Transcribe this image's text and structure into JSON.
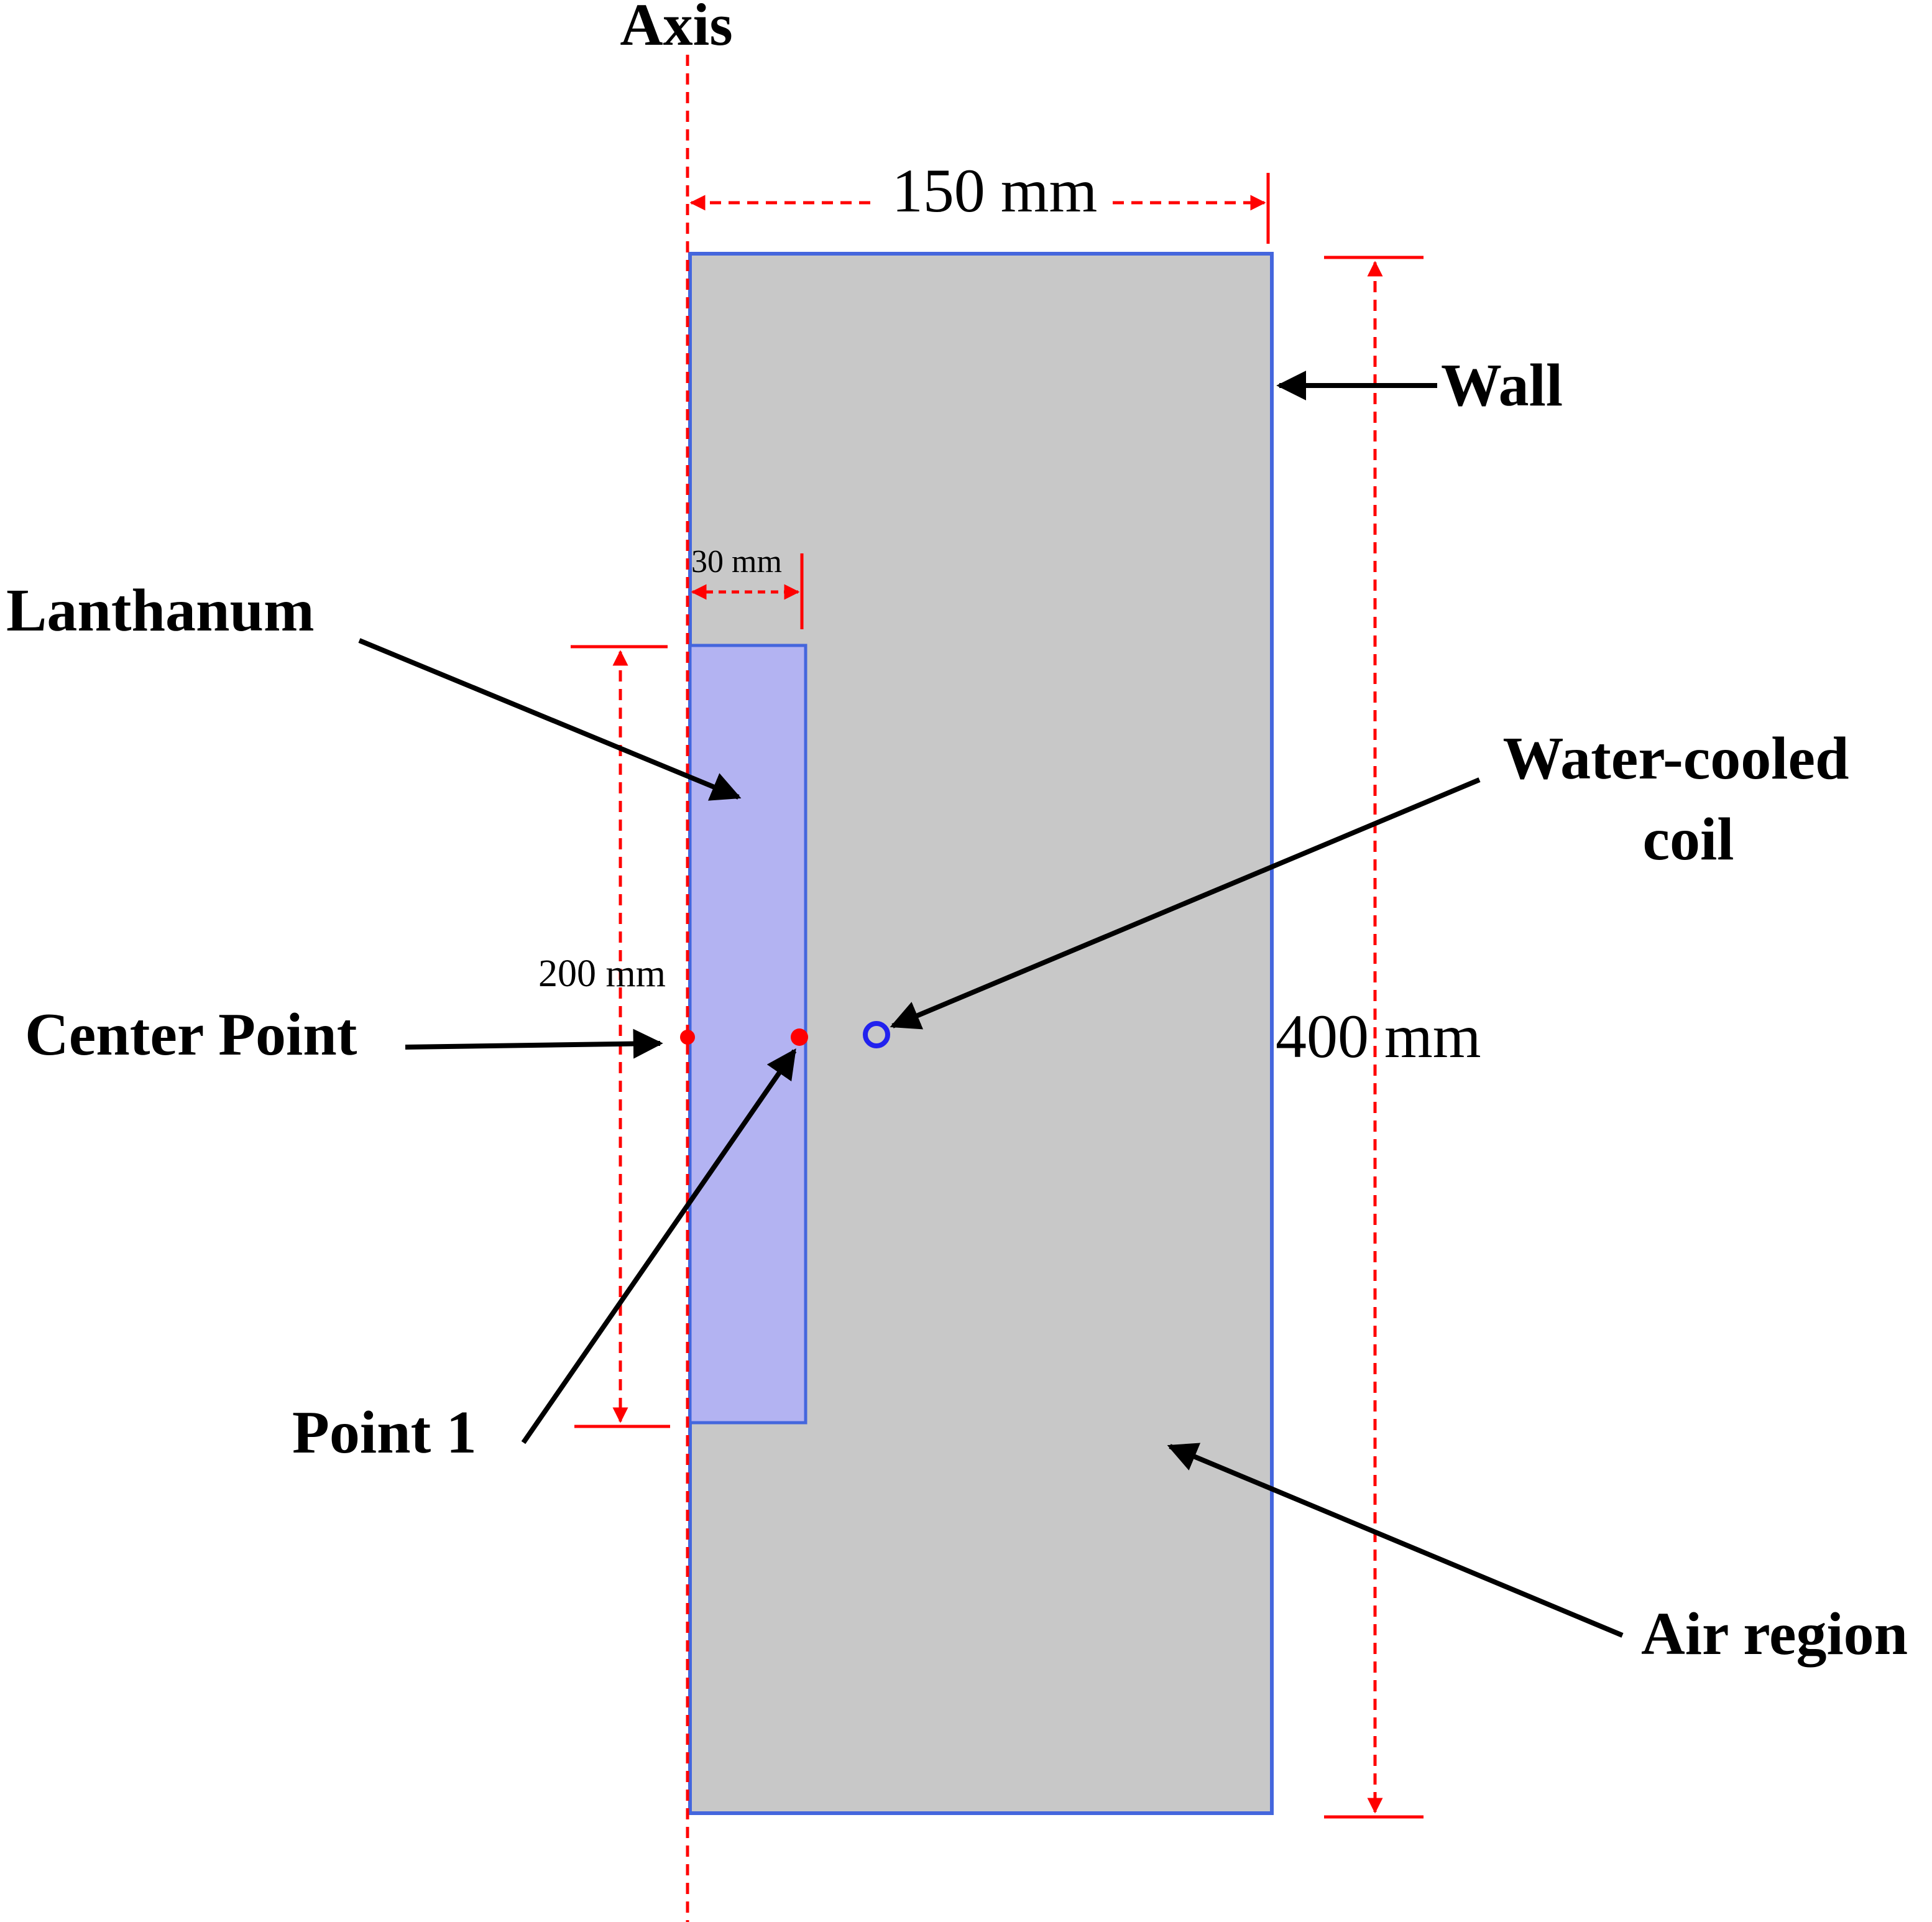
{
  "labels": {
    "axis": "Axis",
    "wall": "Wall",
    "lanthanum": "Lanthanum",
    "water_cooled_line1": "Water-cooled",
    "water_cooled_line2": "coil",
    "center_point": "Center Point",
    "point1": "Point 1",
    "air_region": "Air region"
  },
  "dimensions": {
    "domain_width": "150 mm",
    "domain_height": "400 mm",
    "lanthanum_width": "30 mm",
    "lanthanum_height": "200 mm"
  },
  "colors": {
    "air_region_fill": "#c8c8c8",
    "lanthanum_fill": "#b3b3f2",
    "outline_blue": "#4466dd",
    "dimension_red": "#ff0000",
    "coil_blue": "#2222ee",
    "arrow_black": "#000000"
  }
}
